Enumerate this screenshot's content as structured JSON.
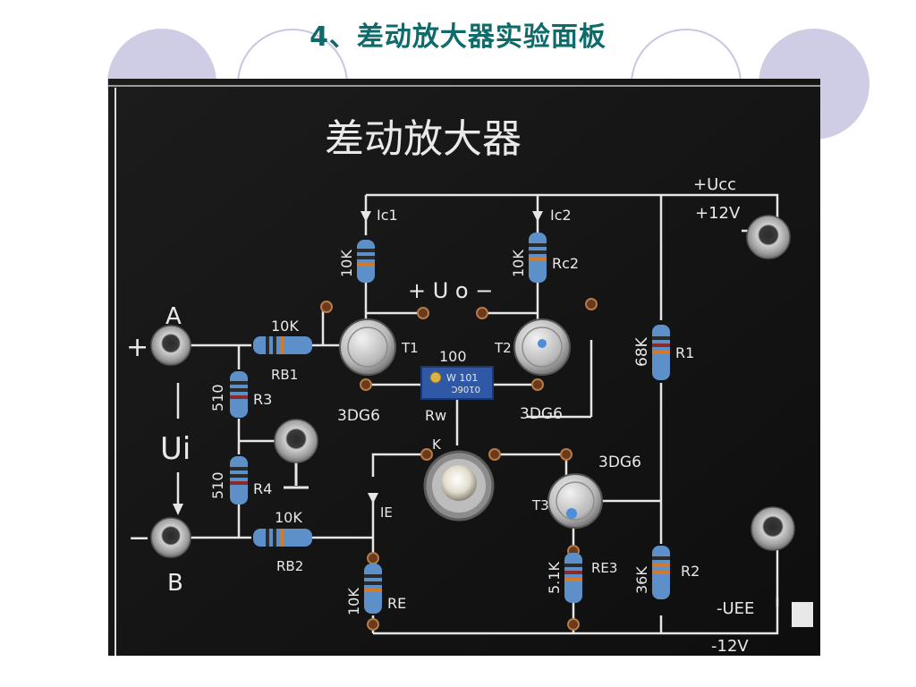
{
  "slide": {
    "title": "4、差动放大器实验面板"
  },
  "panel": {
    "heading": "差动放大器",
    "supply_pos_name": "+Ucc",
    "supply_pos_value": "+12V",
    "supply_neg_name": "-UEE",
    "supply_neg_value": "-12V",
    "input_a": "A",
    "input_b": "B",
    "plus_sign": "+",
    "minus_sign": "−",
    "input_voltage": "Ui",
    "output_voltage": "+ U o −",
    "ic1": "Ic1",
    "ic2": "Ic2",
    "rc1_value": "10K",
    "rc2_value": "10K",
    "rc2_name": "Rc2",
    "r1_value": "68K",
    "r1_name": "R1",
    "rb1_value": "10K",
    "rb1_name": "RB1",
    "rb2_value": "10K",
    "rb2_name": "RB2",
    "r3_value": "510",
    "r3_name": "R3",
    "r4_value": "510",
    "r4_name": "R4",
    "t1_name": "T1",
    "t2_name": "T2",
    "t3_name": "T3",
    "t1_type": "3DG6",
    "t2_type": "3DG6",
    "t3_type": "3DG6",
    "rw_value": "100",
    "rw_name": "Rw",
    "pot_marking_1": "W 101",
    "pot_marking_2": "0106C",
    "switch_k": "K",
    "ie_label": "IE",
    "re_value": "10K",
    "re_name": "RE",
    "re3_value": "5.1K",
    "re3_name": "RE3",
    "r2_value": "36K",
    "r2_name": "R2"
  }
}
